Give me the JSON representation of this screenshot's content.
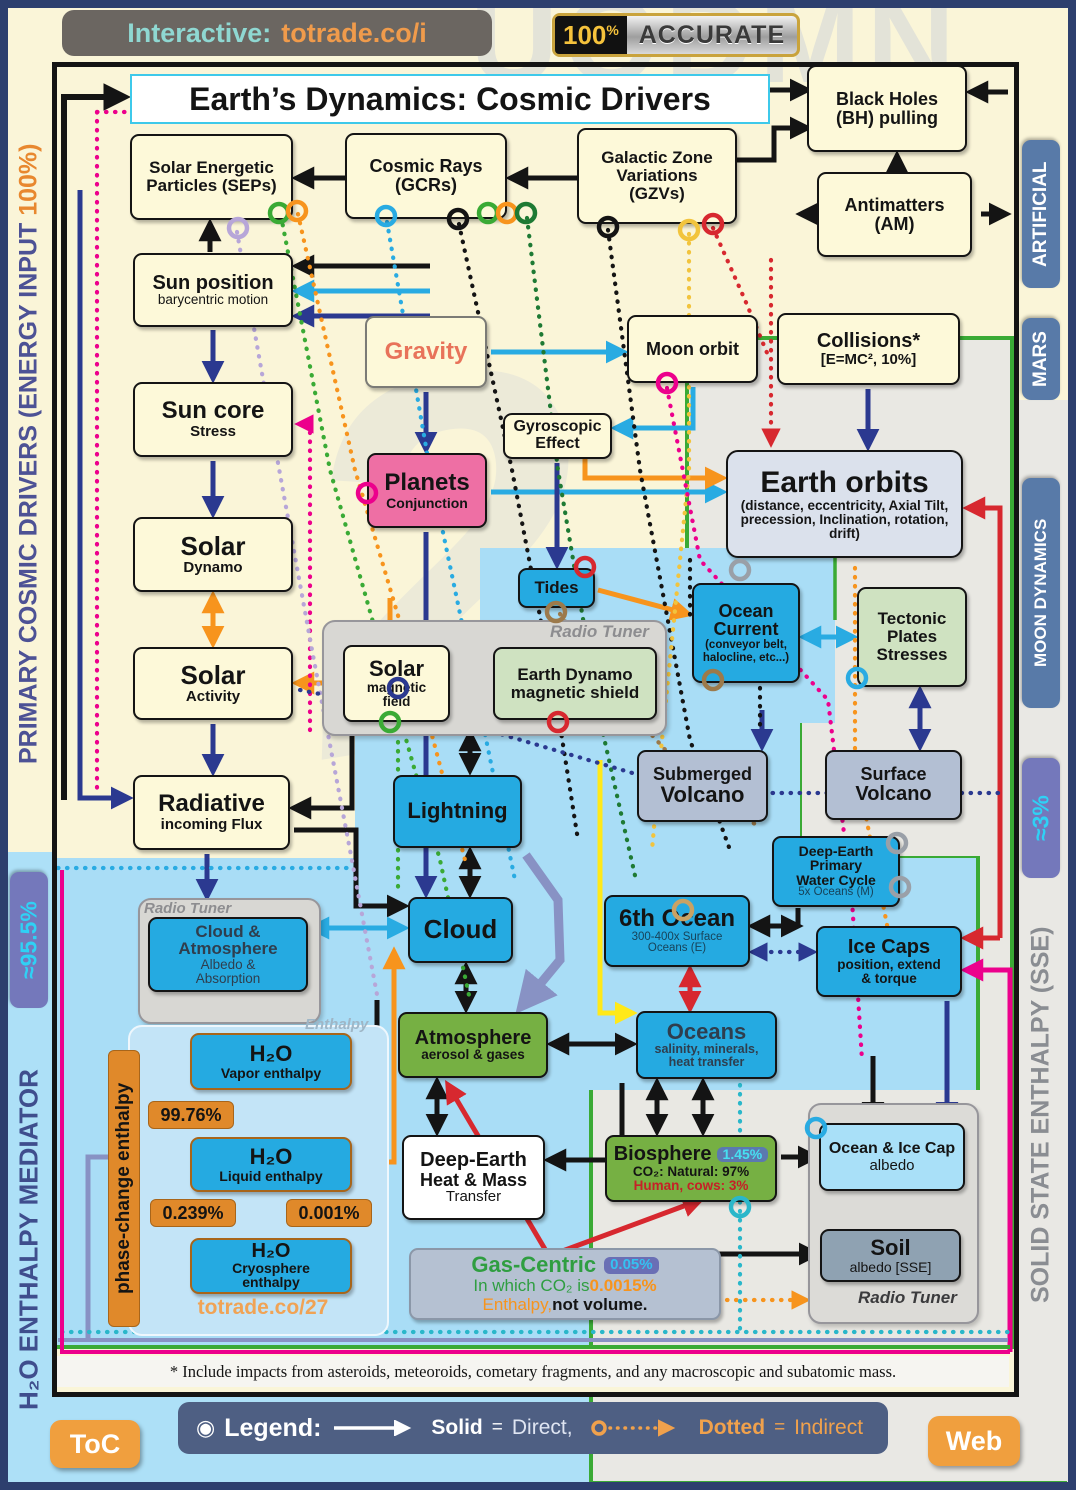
{
  "header": {
    "interactive_label": "Interactive:",
    "interactive_link": "totrade.co/i",
    "accuracy_number": "100",
    "accuracy_percent": "%",
    "accuracy_word": "ACCURATE",
    "title": "Earth’s Dynamics: Cosmic Drivers",
    "watermark_top": "UODMN",
    "watermark_center": "2"
  },
  "rails": {
    "left_primary_prefix": "PRIMARY COSMIC DRIVERS (ENERGY INPUT ",
    "left_primary_highlight": "100%",
    "left_primary_suffix": ")",
    "left_mediator_pct": "≈95.5%",
    "left_mediator": "H₂O ENTHALPY MEDIATOR",
    "artificial": "ARTIFICIAL",
    "mars": "MARS",
    "moon_dynamics": "MOON DYNAMICS",
    "sse_pct": "≈3%",
    "sse": "SOLID STATE ENTHALPY (SSE)"
  },
  "boxes": {
    "seps": {
      "l1": "Solar Energetic",
      "l2": "Particles (SEPs)"
    },
    "cosmic_rays": {
      "l1": "Cosmic Rays",
      "l2": "(GCRs)"
    },
    "gzv": {
      "l1": "Galactic Zone",
      "l2": "Variations",
      "l3": "(GZVs)"
    },
    "black_holes": {
      "l1": "Black Holes",
      "l2": "(BH) pulling"
    },
    "antimatters": {
      "l1": "Antimatters",
      "l2": "(AM)"
    },
    "sun_position": {
      "title": "Sun position",
      "sub": "barycentric motion"
    },
    "gravity": {
      "title": "Gravity"
    },
    "moon_orbit": {
      "title": "Moon orbit"
    },
    "collisions": {
      "title": "Collisions*",
      "sub": "[E=MC², 10%]"
    },
    "sun_core": {
      "title": "Sun core",
      "sub": "Stress"
    },
    "planets": {
      "title": "Planets",
      "sub": "Conjunction"
    },
    "gyroscopic": {
      "l1": "Gyroscopic",
      "l2": "Effect"
    },
    "earth_orbits": {
      "title": "Earth orbits",
      "sub": "(distance, eccentricity, Axial Tilt, precession, Inclination, rotation, drift)"
    },
    "solar_dynamo": {
      "title": "Solar",
      "sub": "Dynamo"
    },
    "tides": {
      "title": "Tides"
    },
    "solar_magnetic": {
      "title": "Solar",
      "sub": "magnetic",
      "sub2": "field"
    },
    "earth_dynamo": {
      "l1": "Earth Dynamo",
      "l2": "magnetic shield"
    },
    "ocean_current": {
      "l1": "Ocean",
      "l2": "Current",
      "sub": "(conveyor belt, halocline, etc...)"
    },
    "tectonic": {
      "l1": "Tectonic",
      "l2": "Plates",
      "l3": "Stresses"
    },
    "solar_activity": {
      "title": "Solar",
      "sub": "Activity"
    },
    "submerged_volcano": {
      "l1": "Submerged",
      "l2": "Volcano"
    },
    "surface_volcano": {
      "l1": "Surface",
      "l2": "Volcano"
    },
    "radiative": {
      "title": "Radiative",
      "sub": "incoming Flux"
    },
    "lightning": {
      "title": "Lightning"
    },
    "deep_water": {
      "l1": "Deep-Earth",
      "l2": "Primary",
      "l3": "Water Cycle",
      "sub": "5x Oceans (M)"
    },
    "cloud_atmosphere": {
      "l1": "Cloud &",
      "l2": "Atmosphere",
      "sub": "Albedo &",
      "sub2": "Absorption"
    },
    "cloud": {
      "title": "Cloud"
    },
    "sixth_ocean": {
      "title": "6th Ocean",
      "sub": "300-400x Surface",
      "sub2": "Oceans (E)"
    },
    "ice_caps": {
      "title": "Ice Caps",
      "sub": "position, extend",
      "sub2": "& torque"
    },
    "atmosphere": {
      "title": "Atmosphere",
      "sub": "aerosol & gases"
    },
    "oceans": {
      "title": "Oceans",
      "sub": "salinity, minerals,",
      "sub2": "heat transfer"
    },
    "h2o_vapor": {
      "title": "H₂O",
      "sub": "Vapor enthalpy"
    },
    "h2o_liquid": {
      "title": "H₂O",
      "sub": "Liquid enthalpy"
    },
    "h2o_cryo": {
      "title": "H₂O",
      "sub": "Cryosphere",
      "sub2": "enthalpy"
    },
    "phase_change": "phase-change enthalpy",
    "pct_vapor": "99.76%",
    "pct_liquid": "0.239%",
    "pct_cryo": "0.001%",
    "totrade_link": "totrade.co/27",
    "deep_earth_heat": {
      "l1": "Deep-Earth",
      "l2": "Heat & Mass",
      "l3": "Transfer"
    },
    "biosphere": {
      "title": "Biosphere",
      "badge": "1.45%",
      "sub": "CO₂: Natural: 97%",
      "sub2": "Human, cows: 3%"
    },
    "ocean_ice_albedo": {
      "l1": "Ocean & Ice Cap",
      "l2": "albedo"
    },
    "soil": {
      "title": "Soil",
      "sub": "albedo [SSE]"
    },
    "gas_centric": {
      "title": "Gas-Centric",
      "badge": "0.05%",
      "l2a": "In which CO₂ is ",
      "l2b": "0.0015%",
      "l3a": "Enthalpy,",
      "l3b": " not volume."
    }
  },
  "labels": {
    "radio_tuner": "Radio Tuner",
    "enthalpy": "Enthalpy"
  },
  "footnote": "* Include impacts from asteroids, meteoroids, cometary fragments, and any macroscopic and subatomic mass.",
  "legend": {
    "bullet": "◉",
    "title": "Legend:",
    "solid_word": "Solid",
    "solid_eq": "=",
    "solid_val": "Direct,",
    "dotted_word": "Dotted",
    "dotted_eq": "=",
    "dotted_val": "Indirect"
  },
  "buttons": {
    "toc": "ToC",
    "web": "Web"
  },
  "colors": {
    "accent_orange": "#f7941d",
    "accent_navy": "#2b3990",
    "accent_sky": "#29abe2",
    "accent_green": "#3aaa35",
    "accent_magenta": "#ec008c",
    "accent_red": "#d7282f",
    "box_blue": "#25aae1",
    "box_cream": "#fdf9d9",
    "rail_pill": "#587aa8"
  }
}
